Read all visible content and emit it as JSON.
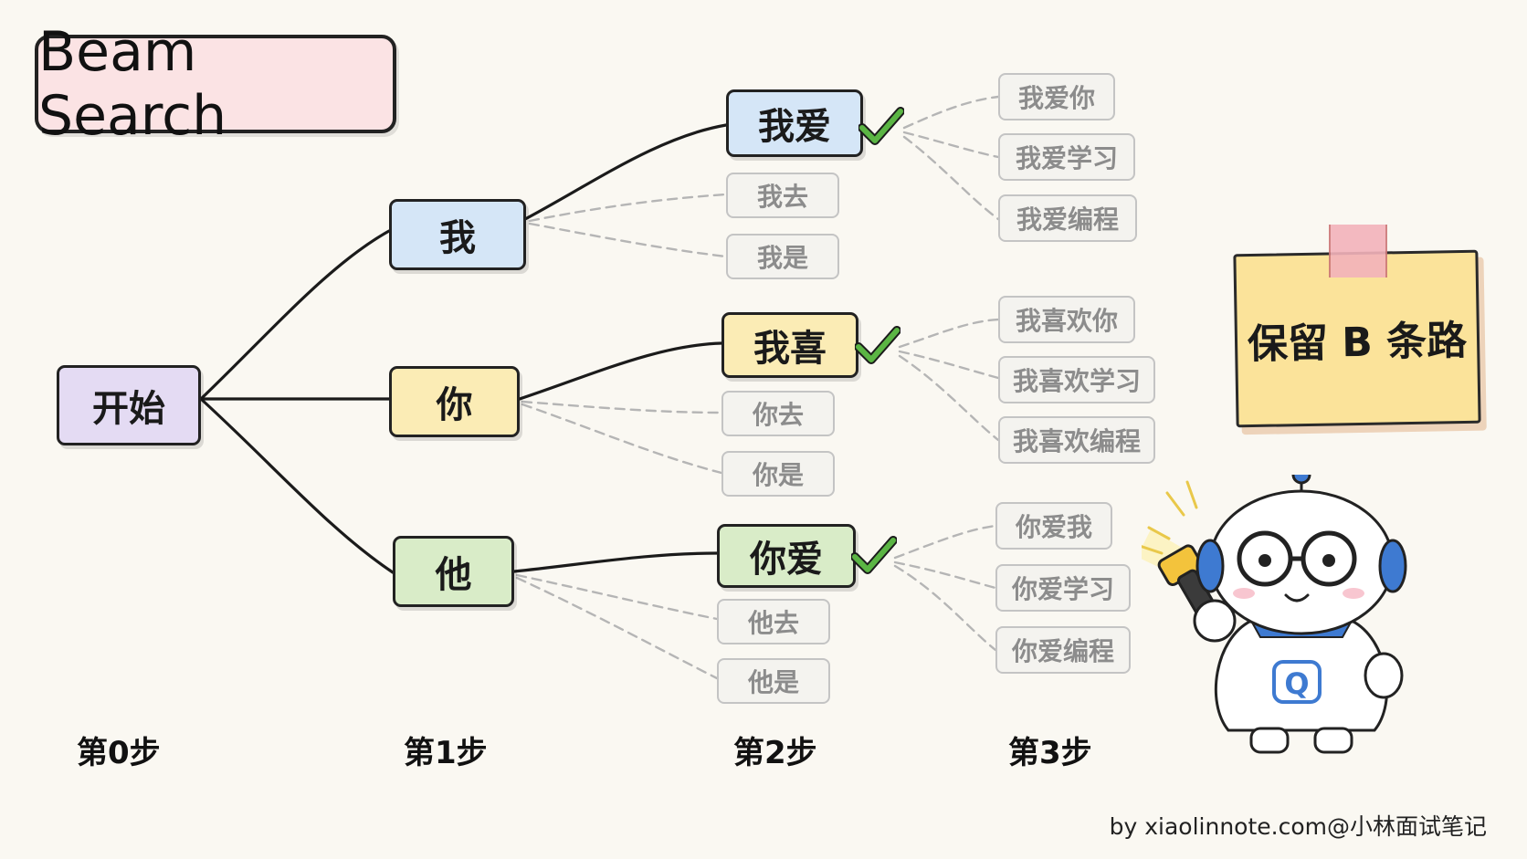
{
  "title": "Beam Search",
  "nodes": {
    "root": "开始",
    "s1": [
      "我",
      "你",
      "他"
    ],
    "s2_selected": [
      "我爱",
      "我喜",
      "你爱"
    ]
  },
  "pruned_step2": [
    "我去",
    "我是",
    "你去",
    "你是",
    "他去",
    "他是"
  ],
  "step3": [
    "我爱你",
    "我爱学习",
    "我爱编程",
    "我喜欢你",
    "我喜欢学习",
    "我喜欢编程",
    "你爱我",
    "你爱学习",
    "你爱编程"
  ],
  "steps": [
    "第0步",
    "第1步",
    "第2步",
    "第3步"
  ],
  "note": "保留 B 条路",
  "footer": "by xiaolinnote.com@小林面试笔记",
  "robot": {
    "badge": "Q"
  },
  "icons": {
    "selected_mark": "check-icon",
    "mascot": "robot-mascot-icon",
    "light": "flashlight-icon"
  },
  "colors": {
    "root": "#e4dbf3",
    "step1_first": "#d5e6f7",
    "step1_second": "#fbecb5",
    "step1_third": "#d9ecc8",
    "check": "#5bb544",
    "note": "#fbe39a",
    "title_bg": "#fbe3e4"
  }
}
